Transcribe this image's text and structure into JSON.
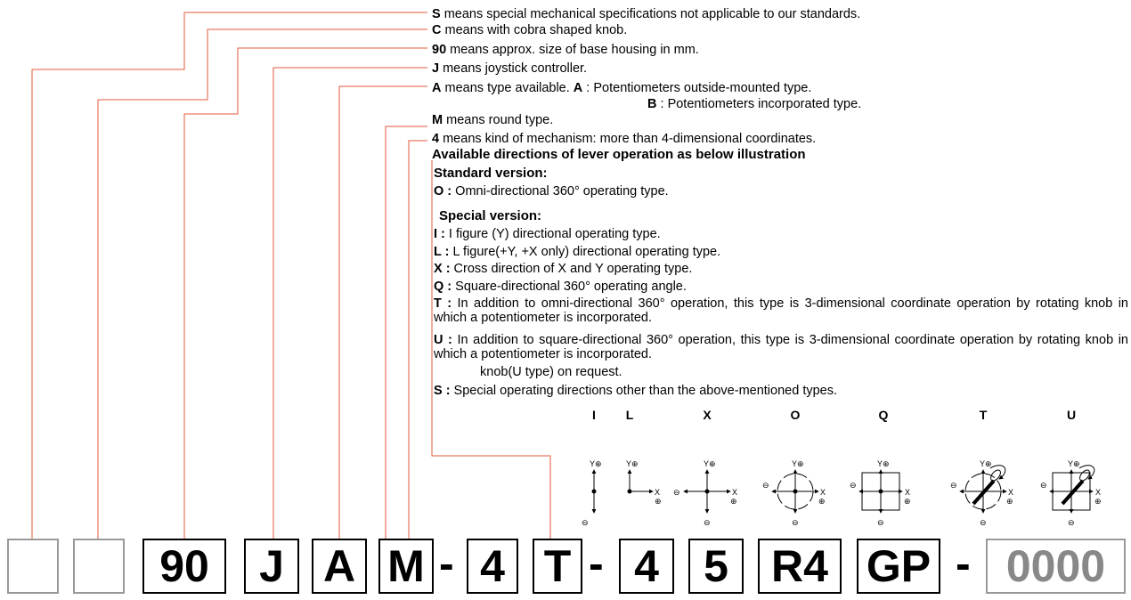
{
  "legend": {
    "s": {
      "code": "S",
      "text": " means special mechanical specifications not applicable to our standards."
    },
    "c": {
      "code": "C",
      "text": " means with cobra shaped knob."
    },
    "n90": {
      "code": "90",
      "text": " means approx. size of base housing in mm."
    },
    "j": {
      "code": "J",
      "text": " means joystick controller."
    },
    "a": {
      "code": "A",
      "text": " means type available. ",
      "sub_a_code": "A",
      "sub_a_text": " : Potentiometers outside-mounted type.",
      "sub_b_code": "B",
      "sub_b_text": " : Potentiometers incorporated type."
    },
    "m": {
      "code": "M",
      "text": " means round type."
    },
    "four": {
      "code": "4",
      "text": " means kind of mechanism: more than 4-dimensional coordinates."
    },
    "directions_heading": "Available directions of lever operation as below illustration",
    "standard_heading": "Standard version:",
    "standard_o": {
      "code": "O :",
      "text": " Omni-directional 360° operating type."
    },
    "special_heading": "Special version:",
    "special_items": [
      {
        "code": "I :",
        "text": " I figure (Y) directional operating type."
      },
      {
        "code": "L :",
        "text": " L figure(+Y, +X only) directional operating type."
      },
      {
        "code": "X :",
        "text": " Cross direction of X and Y operating type."
      },
      {
        "code": "Q :",
        "text": " Square-directional 360° operating angle."
      },
      {
        "code": "T :",
        "text": "  In addition to omni-directional 360° operation, this type is 3-dimensional coordinate operation by rotating knob in which a potentiometer is incorporated."
      },
      {
        "code": "U :",
        "text": " In addition to square-directional 360° operation, this type is 3-dimensional coordinate operation by rotating knob in which a potentiometer is incorporated."
      },
      {
        "code": "",
        "text": "knob(U type) on request."
      },
      {
        "code": "S :",
        "text": " Special operating directions other than the above-mentioned types."
      }
    ]
  },
  "diagrams": {
    "labels": [
      "I",
      "L",
      "X",
      "O",
      "Q",
      "T",
      "U"
    ],
    "axis_y": "Y⊕",
    "axis_x": "X",
    "plus": "⊕",
    "minus": "⊖"
  },
  "code_boxes": [
    "",
    "",
    "90",
    "J",
    "A",
    "M",
    "4",
    "T",
    "4",
    "5",
    "R4",
    "GP",
    "0000"
  ],
  "separator": "-",
  "colors": {
    "leader_line": "#e35a3c",
    "placeholder_box": "#999999",
    "placeholder_text": "#888888"
  }
}
